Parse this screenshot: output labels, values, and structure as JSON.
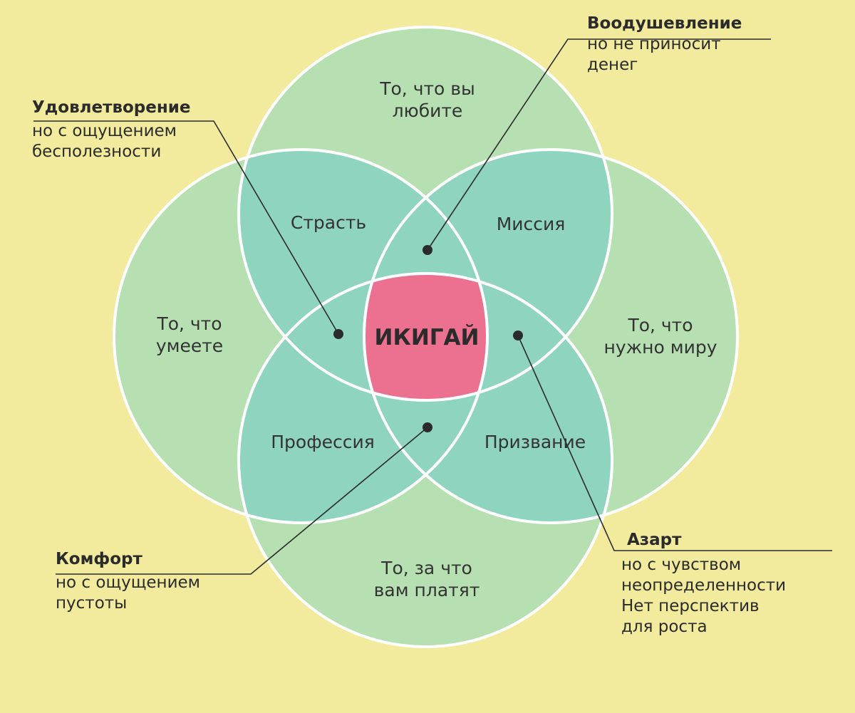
{
  "colors": {
    "background": "#f2eb9e",
    "circle_fill": "#b6e0b2",
    "overlap_fill": "#8fd4bf",
    "center_fill": "#ec7191",
    "circle_stroke": "#ffffff"
  },
  "circles": {
    "love": "То, что вы\nлюбите",
    "good_at": "То, что\nумеете",
    "world_needs": "То, что\nнужно миру",
    "paid_for": "То, за что\nвам платят"
  },
  "overlaps": {
    "passion": "Страсть",
    "mission": "Миссия",
    "profession": "Профессия",
    "vocation": "Призвание"
  },
  "center": "ИКИГАЙ",
  "callouts": {
    "inspiration": {
      "title": "Воодушевление",
      "text": "но не приносит\nденег"
    },
    "satisfaction": {
      "title": "Удовлетворение",
      "text": "но с ощущением\nбесполезности"
    },
    "comfort": {
      "title": "Комфорт",
      "text": "но с ощущением\nпустоты"
    },
    "excitement": {
      "title": "Азарт",
      "text": "но с чувством\nнеопределенности\nНет перспектив\nдля роста"
    }
  }
}
